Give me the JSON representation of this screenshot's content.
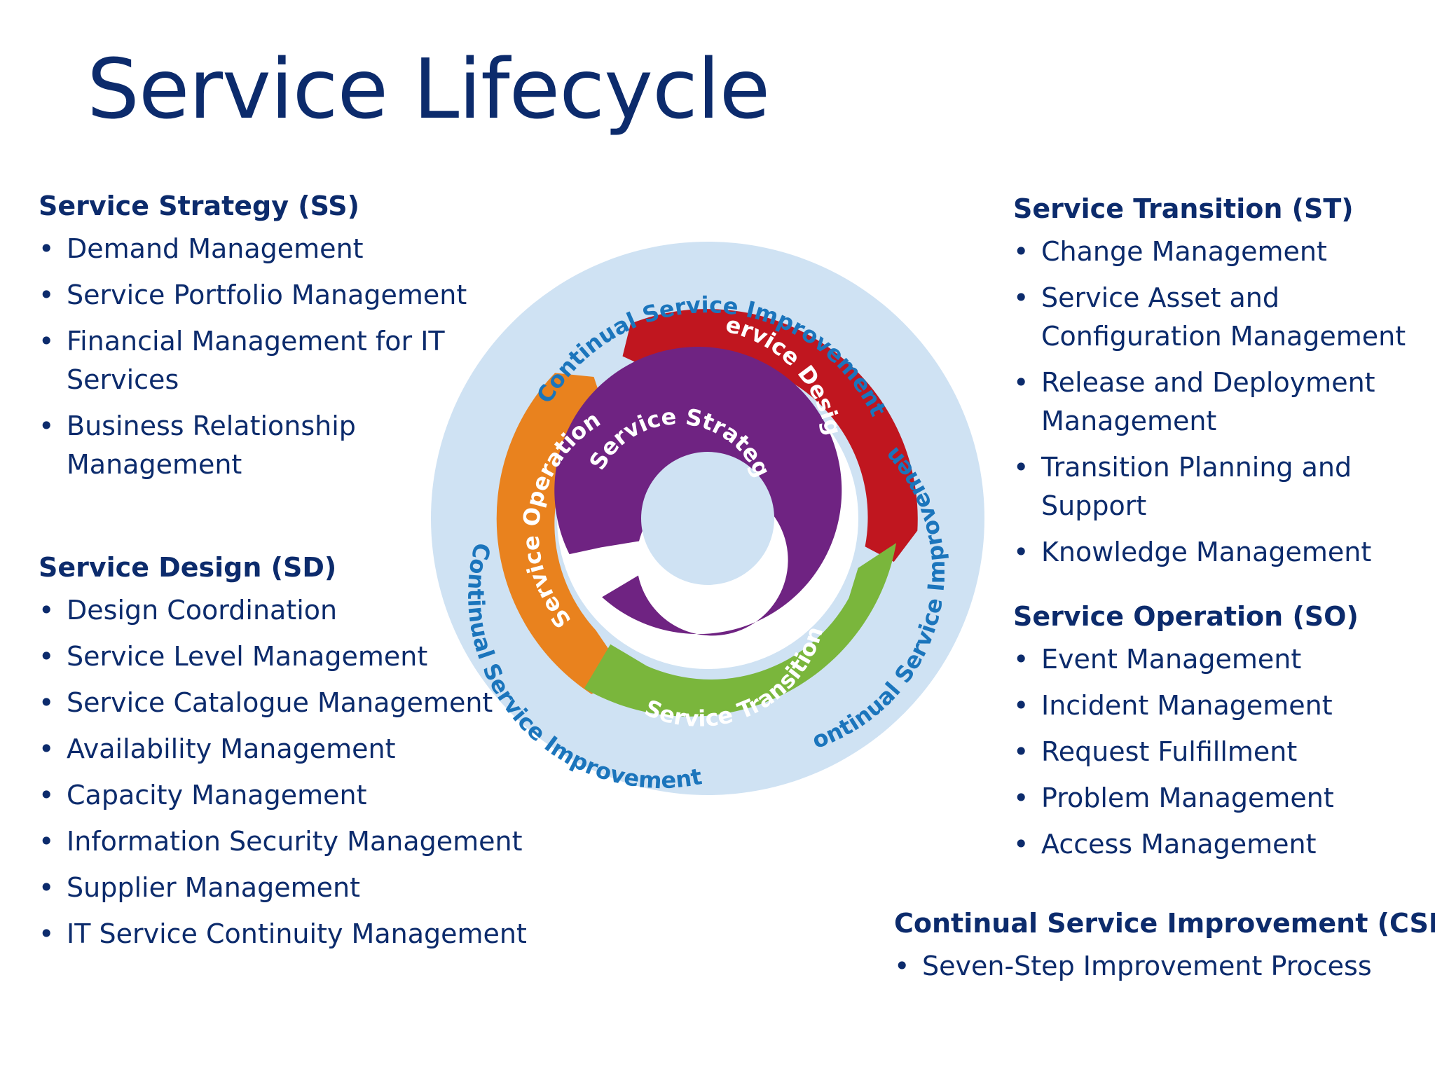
{
  "title": "Service Lifecycle",
  "colors": {
    "title_text": "#0c2b6c",
    "outer_ring": "#cfe2f3",
    "csi_text": "#1b75bc",
    "service_design": "#c0161f",
    "service_operation": "#e9821e",
    "service_transition": "#7ab63c",
    "service_strategy": "#6f2382"
  },
  "diagram": {
    "outer_ring_labels": {
      "top": "Continual Service Improvement",
      "right": "Continual Service Improvement",
      "left": "Continual Service Improvement"
    },
    "segments": {
      "design": "Service Design",
      "operation": "Service Operation",
      "transition": "Service Transition",
      "strategy": "Service Strategy"
    }
  },
  "sections": {
    "ss": {
      "heading": "Service Strategy (SS)",
      "items": [
        "Demand Management",
        "Service Portfolio Management",
        "Financial Management for IT Services",
        "Business Relationship Management"
      ]
    },
    "sd": {
      "heading": "Service Design (SD)",
      "items": [
        "Design Coordination",
        "Service Level Management",
        "Service Catalogue Management",
        "Availability Management",
        "Capacity Management",
        "Information Security Management",
        "Supplier Management",
        "IT Service Continuity Management"
      ]
    },
    "st": {
      "heading": "Service Transition (ST)",
      "items": [
        "Change Management",
        "Service Asset and Configuration Management",
        "Release and Deployment Management",
        "Transition Planning and Support",
        "Knowledge Management"
      ]
    },
    "so": {
      "heading": "Service Operation (SO)",
      "items": [
        "Event Management",
        "Incident Management",
        "Request Fulfillment",
        "Problem Management",
        "Access Management"
      ]
    },
    "csi": {
      "heading": "Continual Service Improvement (CSI)",
      "items": [
        "Seven-Step Improvement Process"
      ]
    }
  }
}
